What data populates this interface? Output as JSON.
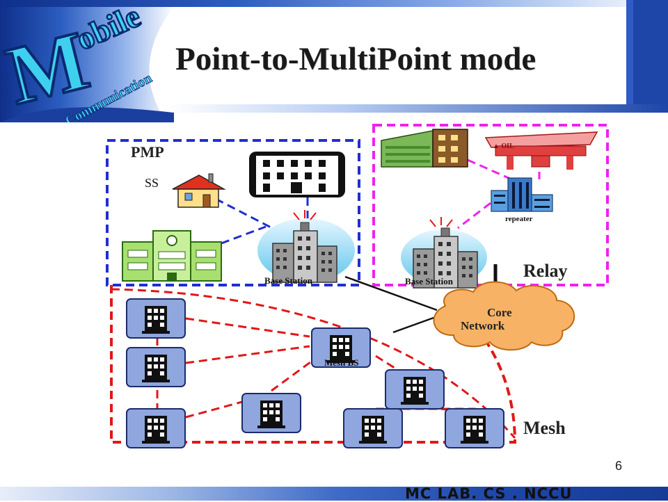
{
  "logo": {
    "letter": "M",
    "word": "obile",
    "subword": "Communication"
  },
  "title": "Point-to-MultiPoint mode",
  "pmp": {
    "region_label": "PMP",
    "ss_label": "SS",
    "base_station_label": "Base Station"
  },
  "relay": {
    "region_label": "Relay",
    "repeater_label": "repeater",
    "base_station_label": "Base Station",
    "gas_station_sign": "▲ OIL"
  },
  "core": {
    "line1": "Core",
    "line2": "Network"
  },
  "mesh": {
    "region_label": "Mesh",
    "mesh_bs_label": "Mesh BS"
  },
  "colors": {
    "pmp": "#1f2fd0",
    "relay": "#ee22ee",
    "mesh": "#e01818",
    "header_blue": "#1d46a8",
    "logo_cyan": "#3fd0f0"
  },
  "page_number": "6",
  "footer": "MC LAB. CS . NCCU"
}
